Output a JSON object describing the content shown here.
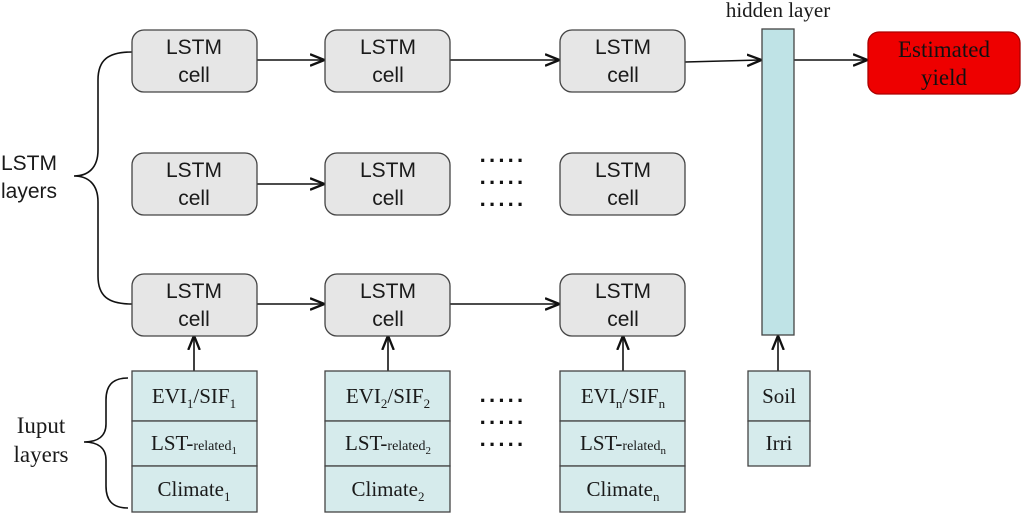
{
  "cell": {
    "line1": "LSTM",
    "line2": "cell"
  },
  "hidden_layer": {
    "label": "hidden layer"
  },
  "output": {
    "line1": "Estimated",
    "line2": "yield",
    "color": "#ee0000"
  },
  "lstm_layers_label": {
    "line1": "LSTM",
    "line2": "layers"
  },
  "input_layers_label": {
    "line1": "Iuput",
    "line2": "layers"
  },
  "ellipsis": "·····",
  "inputs": [
    {
      "evi": "EVI",
      "evi_sub": "1",
      "sep": "/SIF",
      "sif_sub": "1",
      "lst": "LST-",
      "lst_small": "related",
      "lst_sub": "1",
      "climate": "Climate",
      "climate_sub": "1"
    },
    {
      "evi": "EVI",
      "evi_sub": "2",
      "sep": "/SIF",
      "sif_sub": "2",
      "lst": "LST-",
      "lst_small": "related",
      "lst_sub": "2",
      "climate": "Climate",
      "climate_sub": "2"
    },
    {
      "evi": "EVI",
      "evi_sub": "n",
      "sep": "/SIF",
      "sif_sub": "n",
      "lst": "LST-",
      "lst_small": "related",
      "lst_sub": "n",
      "climate": "Climate",
      "climate_sub": "n"
    }
  ],
  "static_inputs": {
    "soil": "Soil",
    "irri": "Irri"
  }
}
